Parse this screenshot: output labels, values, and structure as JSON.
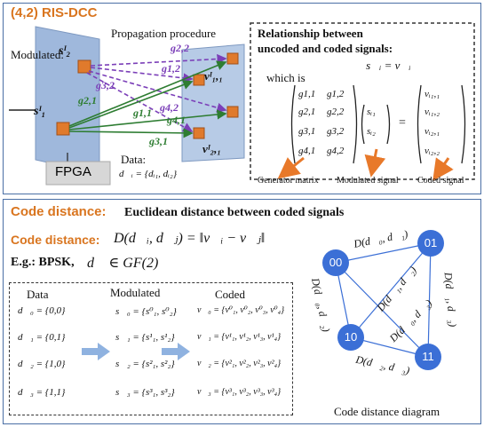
{
  "top": {
    "title": "(4,2) RIS-DCC",
    "propagation": "Propagation procedure",
    "modulated_label": "Modulated:",
    "s2": "sᴵ₂",
    "s1": "sᴵ₁",
    "v11": "vᴵ₁,₁",
    "v21": "vᴵ₂,₁",
    "gains": {
      "g22": "g2,2",
      "g12": "g1,2",
      "g32": "g3,2",
      "g21": "g2,1",
      "g11": "g1,1",
      "g42": "g4,2",
      "g41": "g4,1",
      "g31": "g3,1"
    },
    "fpga": "FPGA",
    "data_label": "Data:",
    "data_value": "d⃗ᵢ = {dᵢ₁, dᵢ₂}",
    "relation_title_1": "Relationship between",
    "relation_title_2": "uncoded and coded signals:",
    "relation_eq": "𝔾s⃗ᵢ = v⃗ᵢ",
    "which_is": "which is",
    "matrix_g": [
      "g1,1",
      "g1,2",
      "g2,1",
      "g2,2",
      "g3,1",
      "g3,2",
      "g4,1",
      "g4,2"
    ],
    "matrix_s": [
      "sᵢ₁",
      "sᵢ₂"
    ],
    "matrix_v": [
      "vᵢ₁,₁",
      "vᵢ₁,₂",
      "vᵢ₂,₁",
      "vᵢ₂,₂"
    ],
    "caption_generator": "Generator matrix",
    "caption_modulated": "Modulated signal",
    "caption_coded": "Coded signal"
  },
  "bottom": {
    "title": "Code distance:",
    "subtitle": "Euclidean distance between coded signals",
    "cd_label": "Code distance:",
    "cd_formula": "D(d⃗ᵢ, d⃗ⱼ) = ‖v⃗ᵢ − v⃗ⱼ‖",
    "eg": "E.g.: BPSK,",
    "eg_formula": "d⃗ ∈ GF(2)",
    "col_data": "Data",
    "col_modulated": "Modulated",
    "col_coded": "Coded",
    "rows": [
      {
        "data": "d⃗₀ = {0,0}",
        "mod": "s⃗₀ = {s⁰₁, s⁰₂}",
        "coded": "v⃗₀ = {v⁰₁, v⁰₂, v⁰₃, v⁰₄}"
      },
      {
        "data": "d⃗₁ = {0,1}",
        "mod": "s⃗₁ = {s¹₁, s¹₂}",
        "coded": "v⃗₁ = {v¹₁, v¹₂, v¹₃, v¹₄}"
      },
      {
        "data": "d⃗₂ = {1,0}",
        "mod": "s⃗₂ = {s²₁, s²₂}",
        "coded": "v⃗₂ = {v²₁, v²₂, v²₃, v²₄}"
      },
      {
        "data": "d⃗₃ = {1,1}",
        "mod": "s⃗₃ = {s³₁, s³₂}",
        "coded": "v⃗₃ = {v³₁, v³₂, v³₃, v³₄}"
      }
    ],
    "nodes": [
      "00",
      "01",
      "10",
      "11"
    ],
    "edges": {
      "d01": "D(d⃗₀, d⃗₁)",
      "d12": "D(d⃗₁, d⃗₂)",
      "d02": "D(d⃗₀, d⃗₂)",
      "d03": "D(d⃗₀, d⃗₃)",
      "d13": "D(d⃗₁, d⃗₃)",
      "d23": "D(d⃗₂, d⃗₃)"
    },
    "diagram_caption": "Code distance diagram"
  },
  "colors": {
    "accent": "#d9751f",
    "node": "#3b6fd6",
    "border": "#4a6fa5",
    "ris": "#9fb8dc",
    "green": "#2e7d32",
    "purple": "#7b3fb8"
  }
}
